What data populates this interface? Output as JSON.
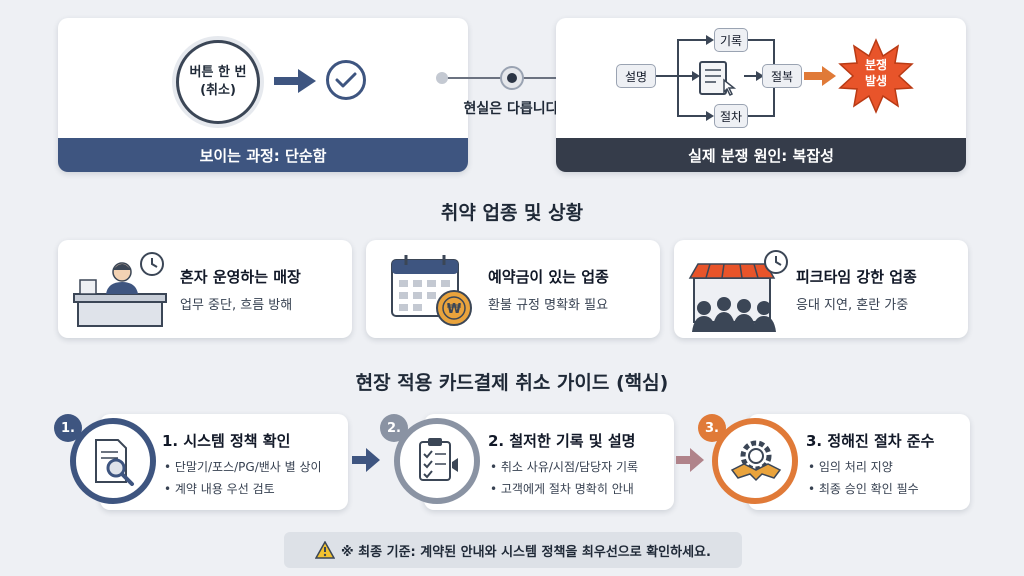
{
  "top_left": {
    "circle_text": "버튼 한 번\n(취소)",
    "bar_label": "보이는 과정: 단순함"
  },
  "middle": {
    "reality_label": "현실은 다릅니다"
  },
  "top_right": {
    "node_explain": "설명",
    "node_record": "기록",
    "node_procedure": "절차",
    "node_complex": "절복",
    "burst_text": "분쟁\n발생",
    "bar_label": "실제 분쟁 원인: 복잡성"
  },
  "section1": {
    "title": "취약 업종 및 상황",
    "items": [
      {
        "title": "혼자 운영하는 매장",
        "desc": "업무 중단, 흐름 방해"
      },
      {
        "title": "예약금이 있는 업종",
        "desc": "환불 규정 명확화 필요"
      },
      {
        "title": "피크타임 강한 업종",
        "desc": "응대 지연, 혼란 가중"
      }
    ]
  },
  "section2": {
    "title": "현장 적용 카드결제 취소 가이드 (핵심)",
    "steps": [
      {
        "num": "1.",
        "title": "1. 시스템 정책 확인",
        "bullets": [
          "• 단말기/포스/PG/밴사 별 상이",
          "• 계약 내용 우선 검토"
        ]
      },
      {
        "num": "2.",
        "title": "2. 철저한 기록 및 설명",
        "bullets": [
          "• 취소 사유/시점/담당자 기록",
          "• 고객에게 절차 명확히 안내"
        ]
      },
      {
        "num": "3.",
        "title": "3. 정해진 절차 준수",
        "bullets": [
          "• 임의 처리 지양",
          "• 최종 승인 확인 필수"
        ]
      }
    ]
  },
  "footer": {
    "note": "※ 최종 기준: 계약된 안내와 시스템 정책을 최우선으로 확인하세요."
  },
  "colors": {
    "navy": "#3e5580",
    "dark": "#353c4a",
    "orange": "#e07a38",
    "burst": "#e8542a",
    "gray_ring": "#8a93a3"
  }
}
